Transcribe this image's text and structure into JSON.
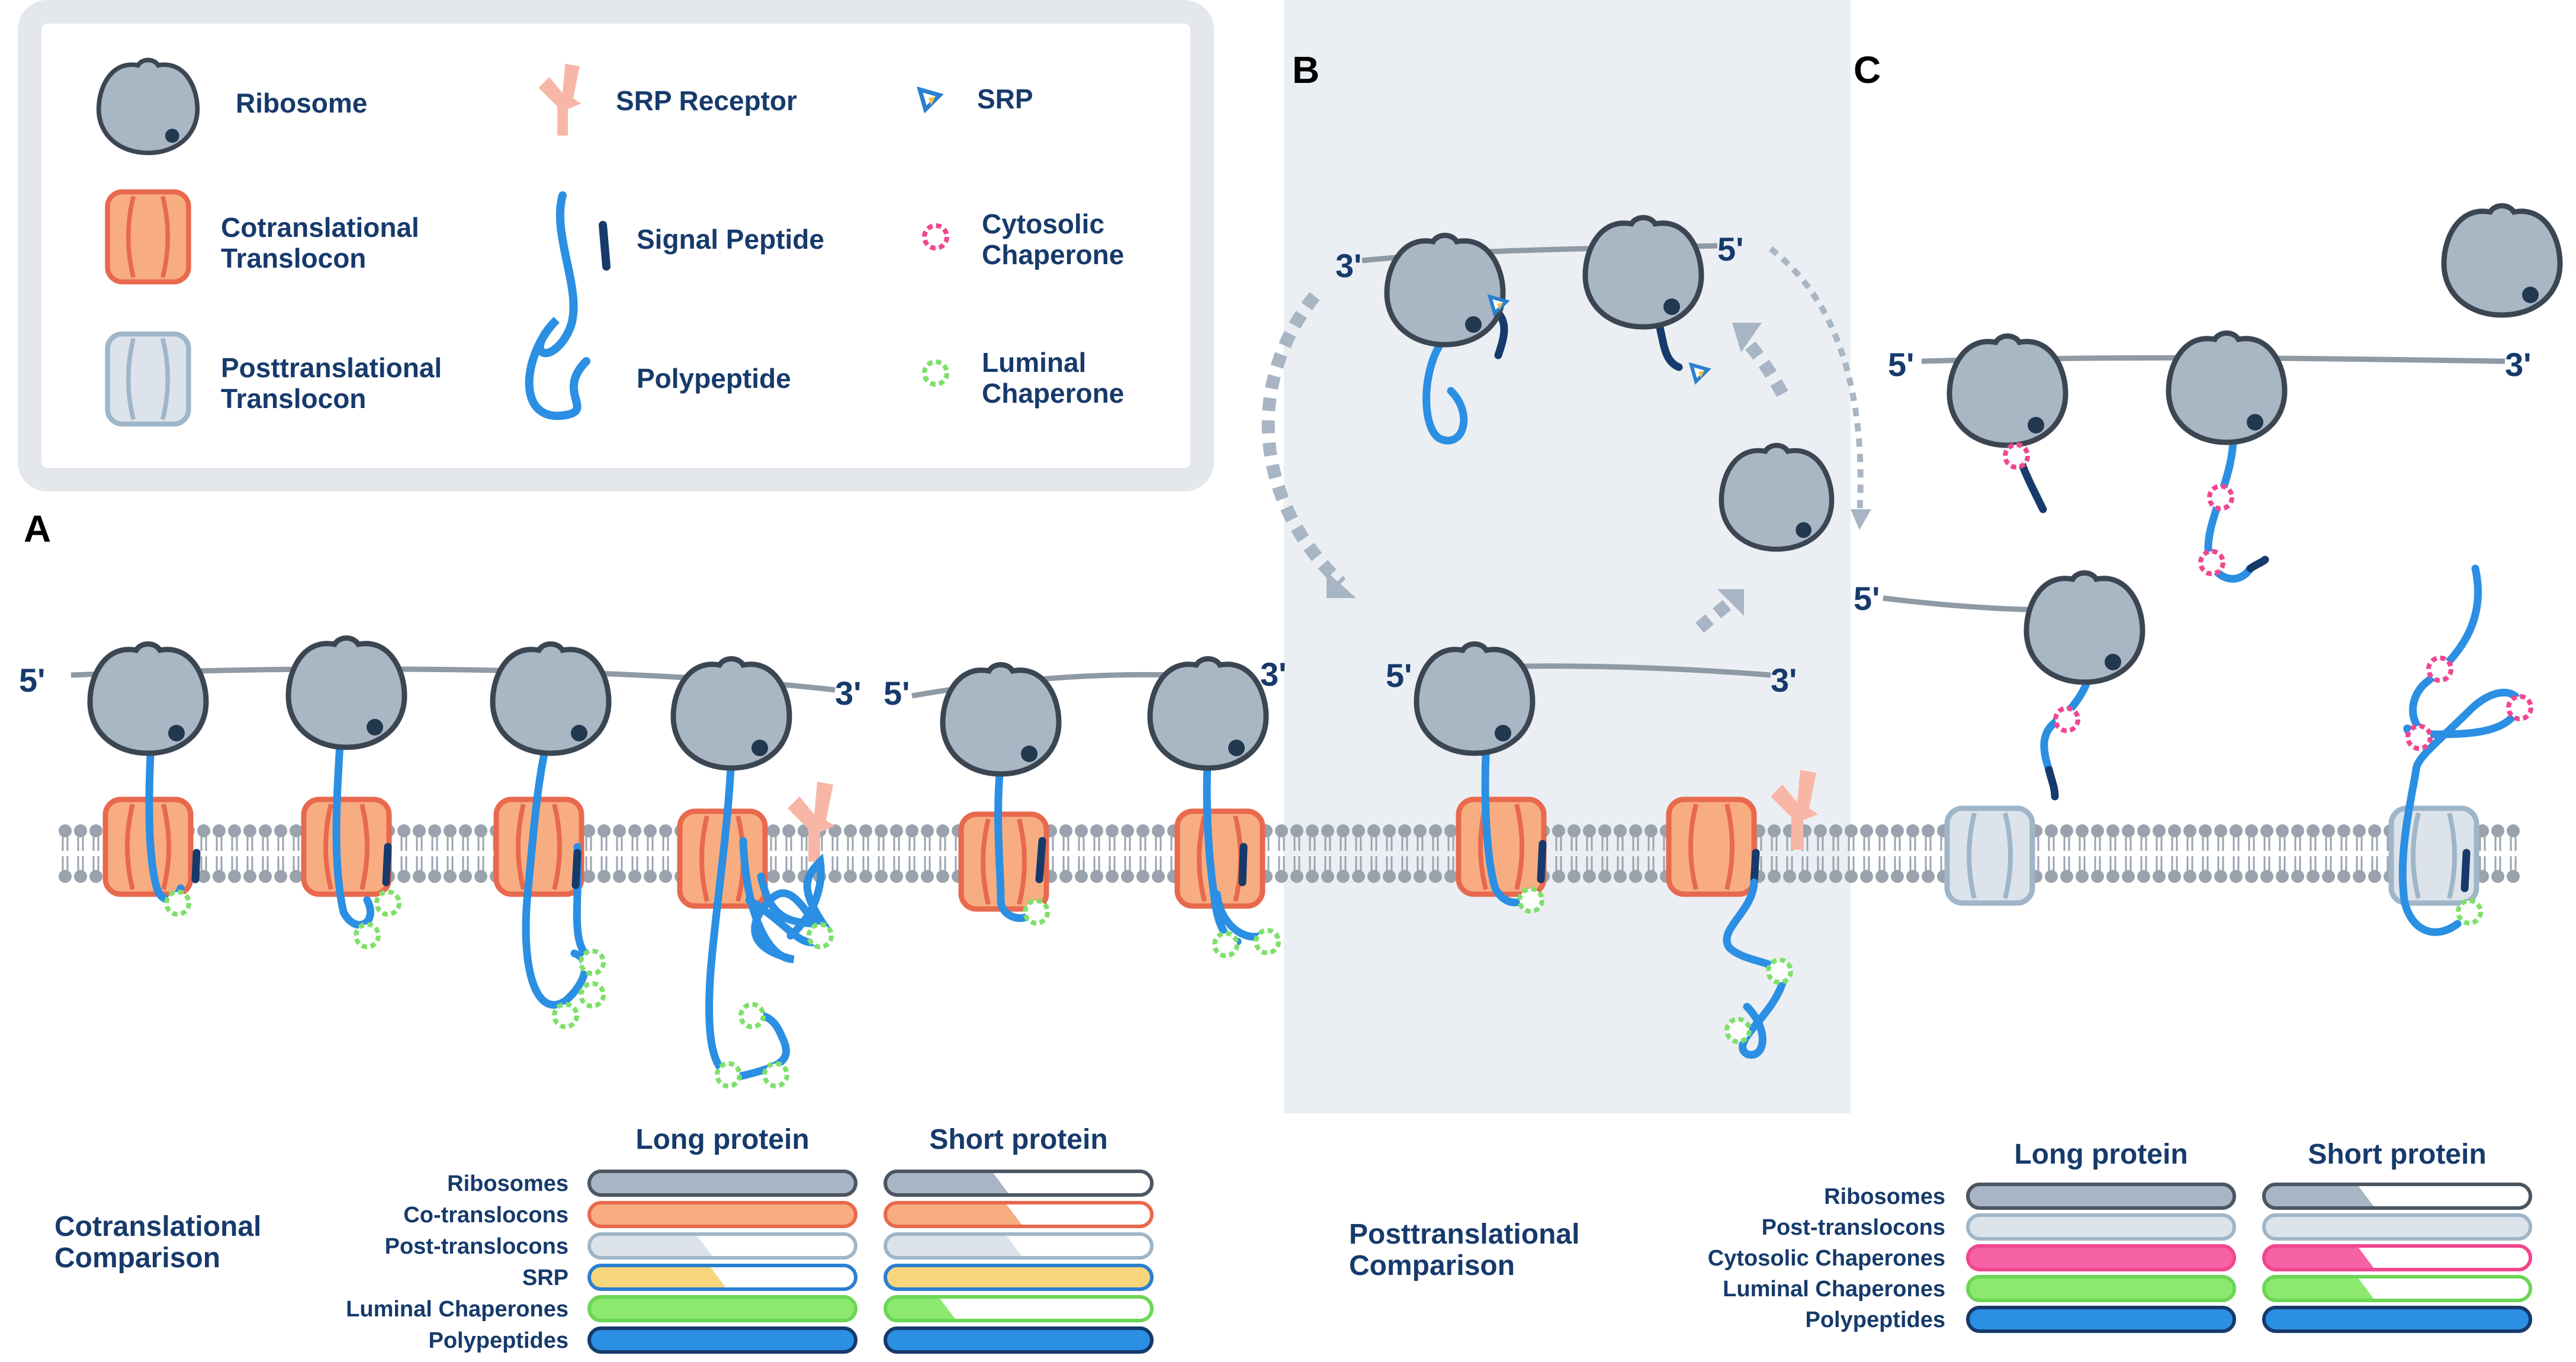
{
  "panels": {
    "a": "A",
    "b": "B",
    "c": "C"
  },
  "legend": {
    "ribosome": "Ribosome",
    "srp_receptor": "SRP Receptor",
    "srp": "SRP",
    "cotranslational_translocon": [
      "Cotranslational",
      "Translocon"
    ],
    "signal_peptide": "Signal Peptide",
    "cytosolic_chaperone": [
      "Cytosolic",
      "Chaperone"
    ],
    "posttranslational_translocon": [
      "Posttranslational",
      "Translocon"
    ],
    "polypeptide": "Polypeptide",
    "luminal_chaperone": [
      "Luminal",
      "Chaperone"
    ]
  },
  "mrna_ends": {
    "five": "5'",
    "three": "3'"
  },
  "cotranslational_comparison": {
    "title": [
      "Cotranslational",
      "Comparison"
    ],
    "columns": [
      "Long protein",
      "Short protein"
    ],
    "rows": [
      {
        "label": "Ribosomes",
        "color": "#a8b5c4",
        "border": "#4c5662",
        "long": 1.0,
        "short": 0.4
      },
      {
        "label": "Co-translocons",
        "color": "#f8ad80",
        "border": "#e8694d",
        "long": 1.0,
        "short": 0.45
      },
      {
        "label": "Post-translocons",
        "color": "#dde3ea",
        "border": "#9fb6c9",
        "long": 0.4,
        "short": 0.45
      },
      {
        "label": "SRP",
        "color": "#f6d57d",
        "border": "#2b7fcf",
        "long": 0.45,
        "short": 1.0
      },
      {
        "label": "Luminal Chaperones",
        "color": "#8de870",
        "border": "#6bd655",
        "long": 1.0,
        "short": 0.2
      },
      {
        "label": "Polypeptides",
        "color": "#2b8fe3",
        "border": "#163a6b",
        "long": 1.0,
        "short": 1.0
      }
    ]
  },
  "posttranslational_comparison": {
    "title": [
      "Posttranslational",
      "Comparison"
    ],
    "columns": [
      "Long protein",
      "Short protein"
    ],
    "rows": [
      {
        "label": "Ribosomes",
        "color": "#a8b5c4",
        "border": "#4c5662",
        "long": 1.0,
        "short": 0.35
      },
      {
        "label": "Post-translocons",
        "color": "#dde3ea",
        "border": "#9fb6c9",
        "long": 1.0,
        "short": 1.0
      },
      {
        "label": "Cytosolic Chaperones",
        "color": "#f562a6",
        "border": "#f0478f",
        "long": 1.0,
        "short": 0.35
      },
      {
        "label": "Luminal Chaperones",
        "color": "#8de870",
        "border": "#6bd655",
        "long": 1.0,
        "short": 0.35
      },
      {
        "label": "Polypeptides",
        "color": "#2b8fe3",
        "border": "#163a6b",
        "long": 1.0,
        "short": 1.0
      }
    ]
  }
}
